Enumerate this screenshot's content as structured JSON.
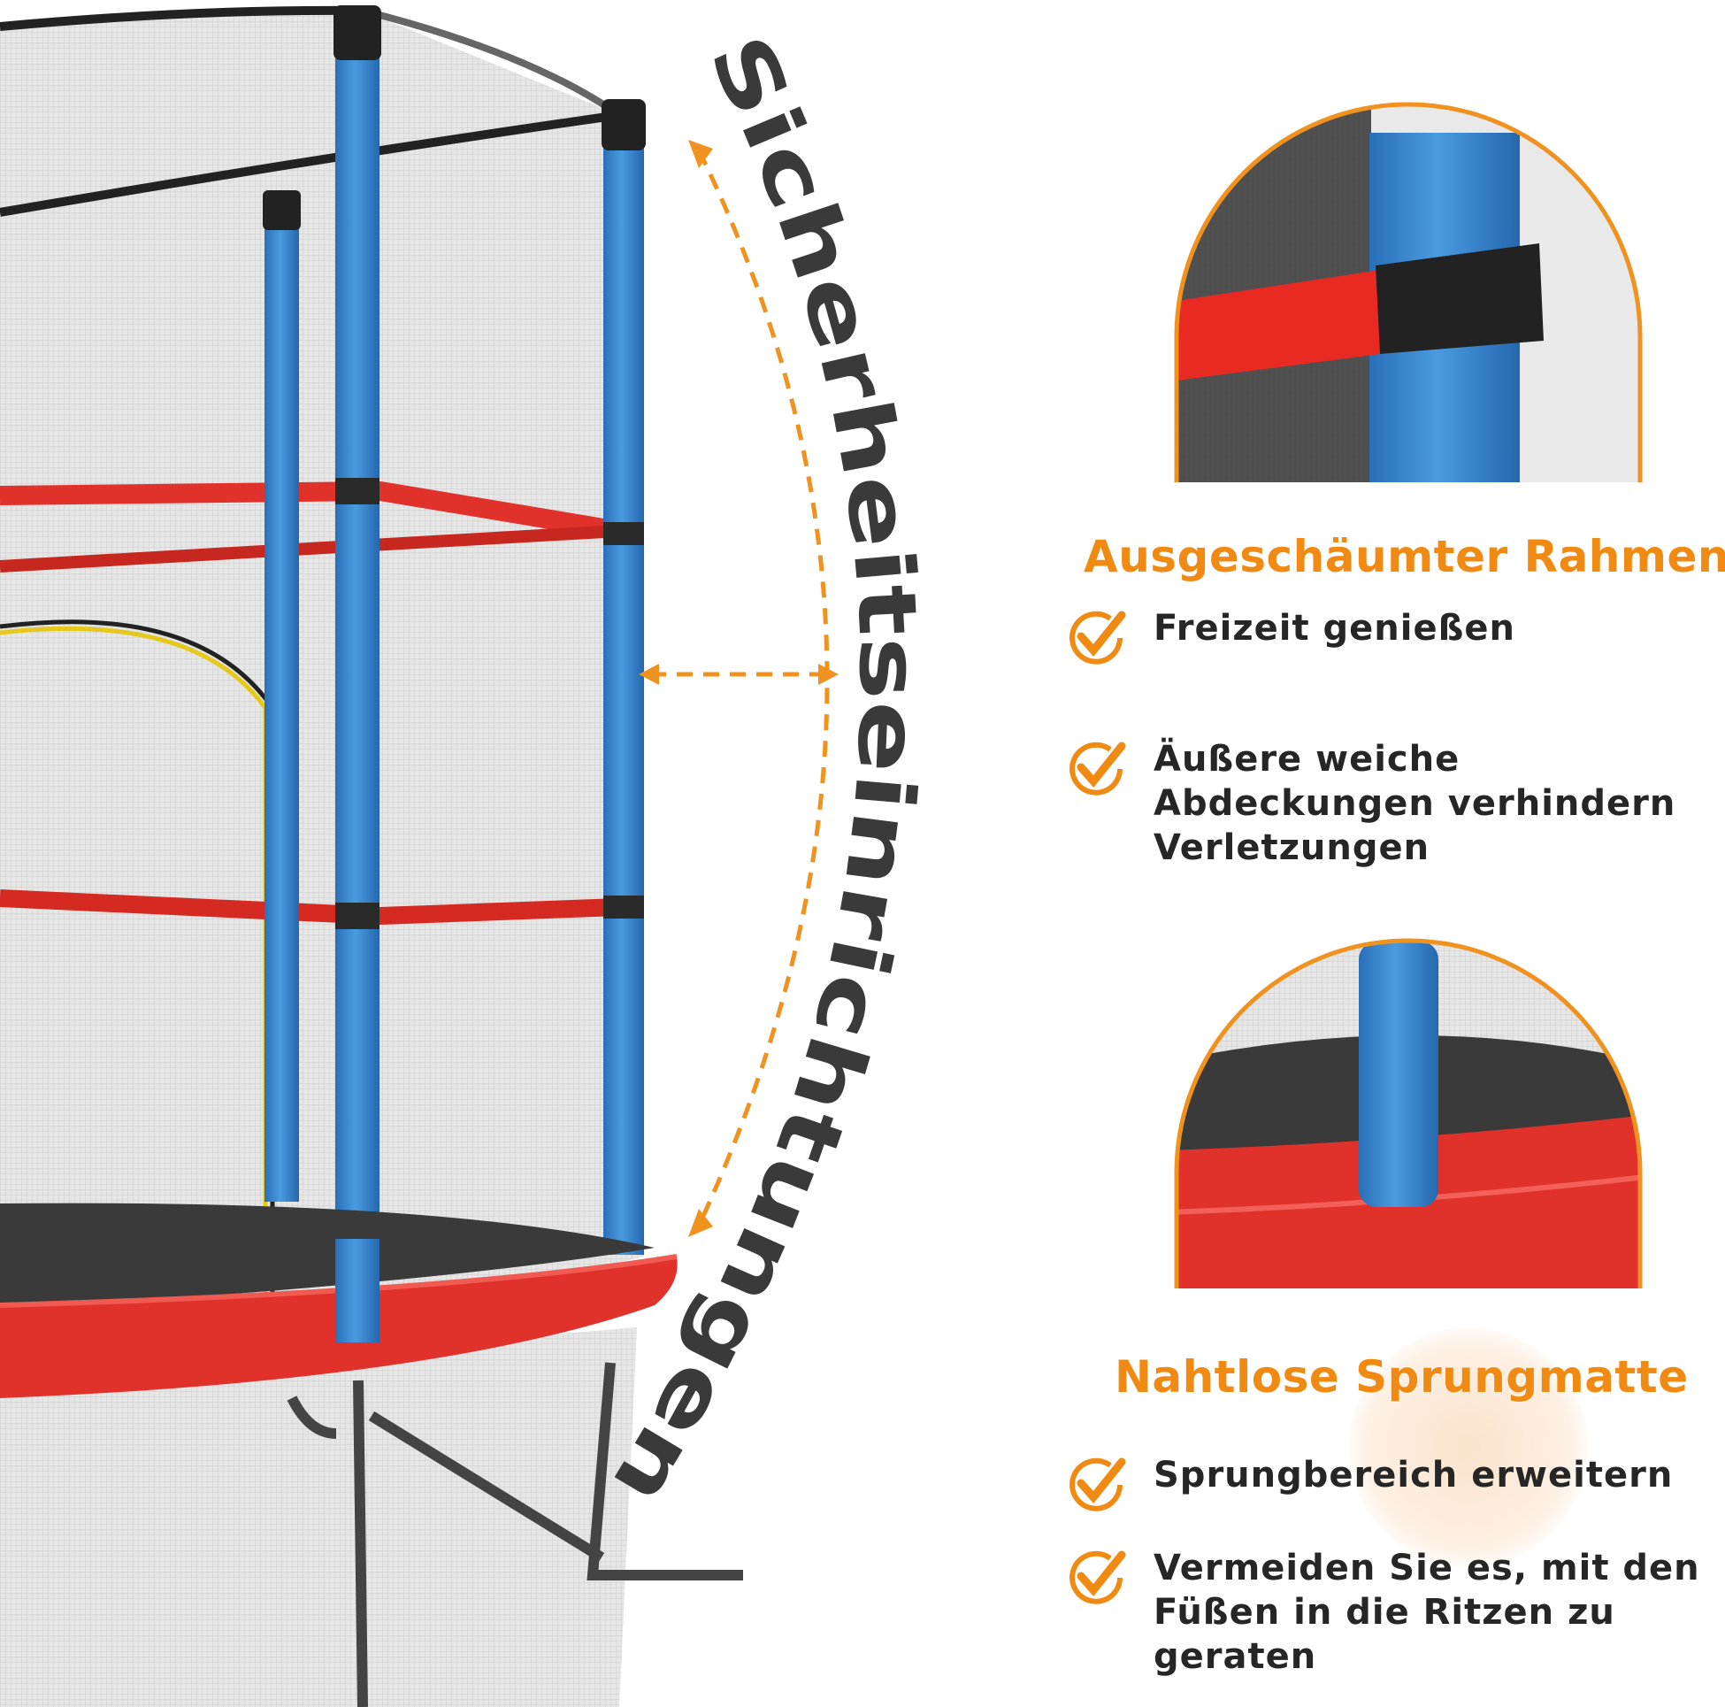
{
  "arc_title": "Sicherheitseinrichtungen",
  "colors": {
    "accent": "#f08a12",
    "pole": "#3b86d0",
    "pad": "#e0322b",
    "net": "#e4e4e4",
    "text": "#262626"
  },
  "section1": {
    "heading": "Ausgeschäumter Rahmen",
    "items": [
      {
        "icon": "check-circle-icon",
        "text": "Freizeit genießen"
      },
      {
        "icon": "check-circle-icon",
        "text": "Äußere weiche\nAbdeckungen verhindern\nVerletzungen"
      }
    ]
  },
  "section2": {
    "heading": "Nahtlose Sprungmatte",
    "items": [
      {
        "icon": "check-circle-icon",
        "text": "Sprungbereich erweitern"
      },
      {
        "icon": "check-circle-icon",
        "text": "Vermeiden Sie es, mit den\nFüßen in die Ritzen zu\ngeraten"
      }
    ]
  }
}
